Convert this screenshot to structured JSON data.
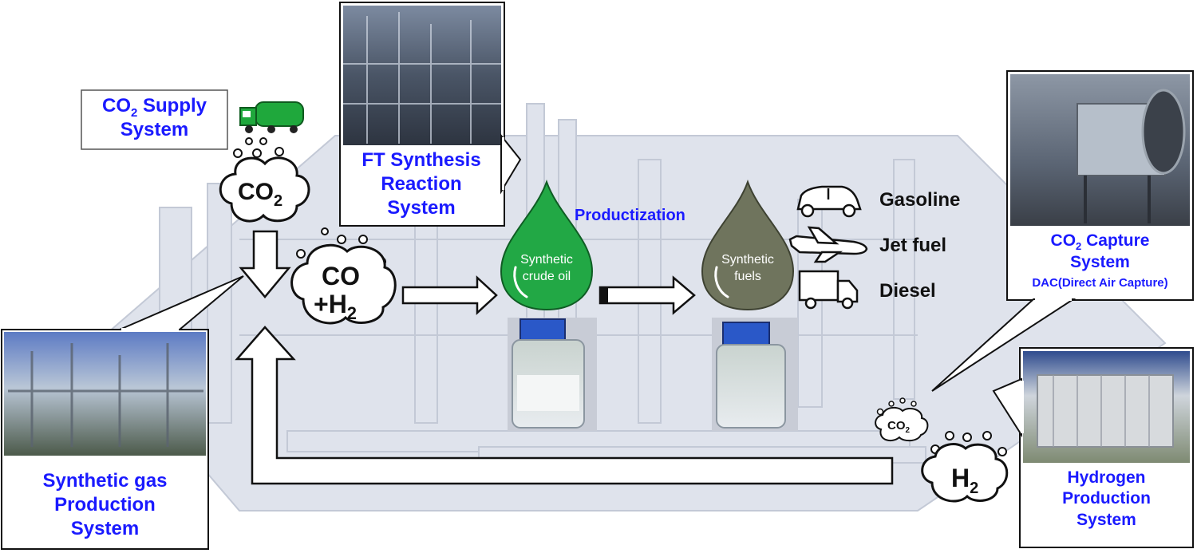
{
  "labels": {
    "co2_supply_line1": "CO",
    "co2_supply_sub": "2",
    "co2_supply_line1_tail": " Supply",
    "co2_supply_line2": "System",
    "ft_line1": "FT Synthesis",
    "ft_line2": "Reaction",
    "ft_line3": "System",
    "productization": "Productization",
    "syngas_line1": "Synthetic gas",
    "syngas_line2": "Production",
    "syngas_line3": "System",
    "capture_line1": "CO",
    "capture_sub": "2",
    "capture_line1_tail": " Capture",
    "capture_line2": "System",
    "capture_line3": "DAC(Direct Air Capture)",
    "hydrogen_line1": "Hydrogen",
    "hydrogen_line2": "Production",
    "hydrogen_line3": "System"
  },
  "clouds": {
    "co2_main": "CO",
    "co2_main_sub": "2",
    "co_h2_top": "CO",
    "co_h2_bottom": "+H",
    "co_h2_sub": "2",
    "co2_small": "CO",
    "co2_small_sub": "2",
    "h2": "H",
    "h2_sub": "2"
  },
  "drops": {
    "crude_line1": "Synthetic",
    "crude_line2": "crude oil",
    "fuels_line1": "Synthetic",
    "fuels_line2": "fuels"
  },
  "products": {
    "gasoline": "Gasoline",
    "jet": "Jet fuel",
    "diesel": "Diesel"
  },
  "colors": {
    "label_blue": "#1a1aff",
    "crude_green": "#22a845",
    "fuel_olive": "#6f745d",
    "truck_green": "#1fa83c",
    "bg_plant": "#d9dde8"
  }
}
